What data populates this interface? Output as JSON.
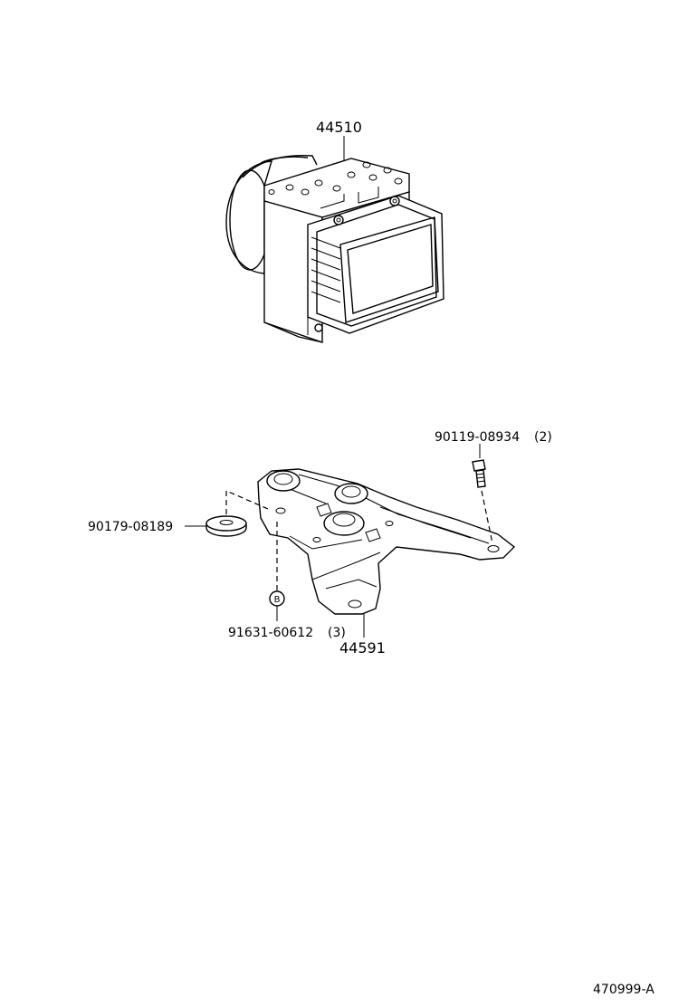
{
  "parts": {
    "actuator": {
      "number": "44510"
    },
    "bracket": {
      "number": "44591"
    },
    "bolt": {
      "number": "90119-08934",
      "qty": "(2)"
    },
    "cushion": {
      "number": "90179-08189"
    },
    "nut": {
      "number": "91631-60612",
      "qty": "(3)",
      "marker": "B"
    }
  },
  "figure_code": "470999-A"
}
